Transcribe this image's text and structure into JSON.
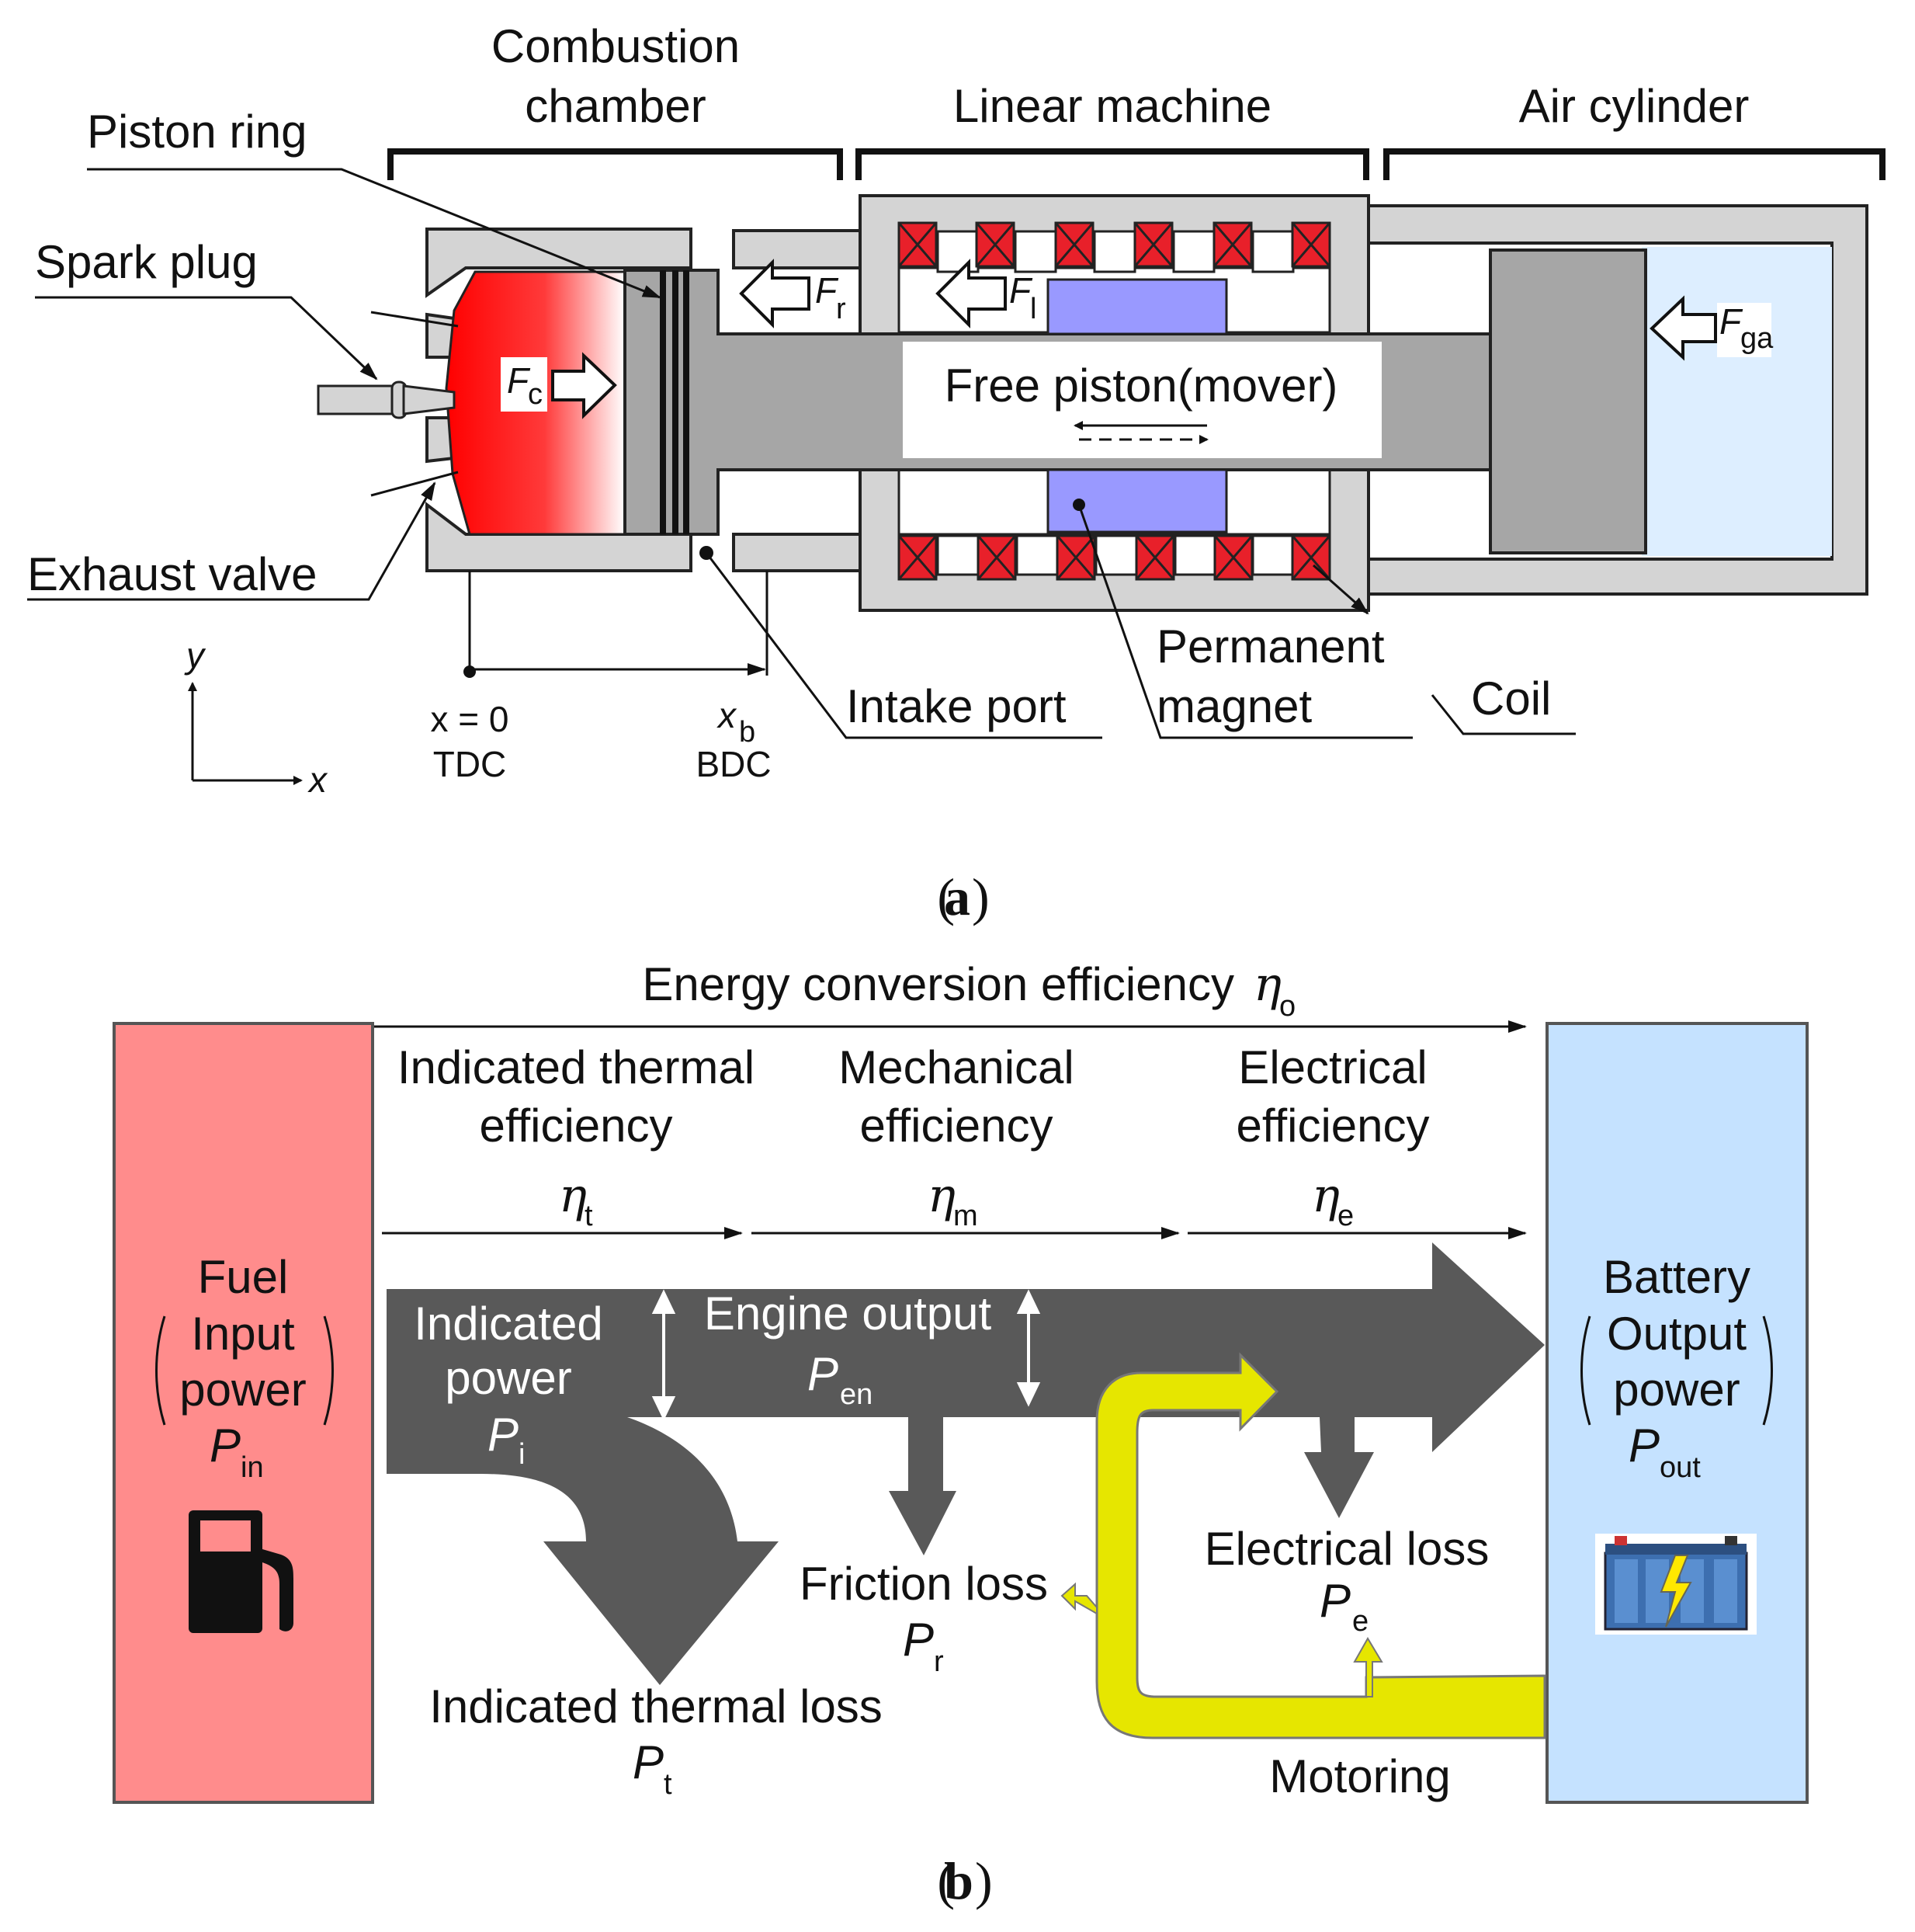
{
  "panel_a": {
    "caption_label": "a",
    "section_brackets": {
      "combustion_chamber": [
        "Combustion",
        "chamber"
      ],
      "linear_machine": "Linear machine",
      "air_cylinder": "Air cylinder"
    },
    "callouts": {
      "piston_ring": "Piston ring",
      "spark_plug": "Spark plug",
      "exhaust_valve": "Exhaust valve",
      "intake_port": "Intake port",
      "permanent_magnet": [
        "Permanent",
        "magnet"
      ],
      "coil": "Coil"
    },
    "mover_label": "Free piston(mover)",
    "forces": {
      "combustion": {
        "symbol": "F",
        "sub": "c"
      },
      "friction": {
        "symbol": "F",
        "sub": "r"
      },
      "load": {
        "symbol": "F",
        "sub": "l"
      },
      "gas_spring": {
        "symbol": "F",
        "sub": "ga"
      }
    },
    "positions": {
      "tdc_value": "x = 0",
      "tdc_label": "TDC",
      "bdc_symbol": "x",
      "bdc_sub": "b",
      "bdc_label": "BDC"
    },
    "axes": {
      "x": "x",
      "y": "y"
    },
    "colors": {
      "combustion_gas": "#ff0000",
      "coil_fill": "#e8202a",
      "magnet_fill": "#9999ff",
      "air_fill": "#ddeeff",
      "housing_fill": "#d4d4d4",
      "mover_fill": "#a6a6a6"
    }
  },
  "panel_b": {
    "caption_label": "b",
    "overall": {
      "label": "Energy conversion efficiency",
      "symbol": "η",
      "sub": "o"
    },
    "stages": [
      {
        "lines": [
          "Indicated thermal",
          "efficiency"
        ],
        "symbol": "η",
        "sub": "t"
      },
      {
        "lines": [
          "Mechanical",
          "efficiency"
        ],
        "symbol": "η",
        "sub": "m"
      },
      {
        "lines": [
          "Electrical",
          "efficiency"
        ],
        "symbol": "η",
        "sub": "e"
      }
    ],
    "input_box": {
      "lines": [
        "Fuel",
        "Input",
        "power"
      ],
      "symbol": "P",
      "sub": "in",
      "icon": "fuel-pump-icon"
    },
    "output_box": {
      "lines": [
        "Battery",
        "Output",
        "power"
      ],
      "symbol": "P",
      "sub": "out",
      "icon": "battery-icon"
    },
    "flows": {
      "indicated_power": {
        "lines": [
          "Indicated",
          "power"
        ],
        "symbol": "P",
        "sub": "i"
      },
      "engine_output": {
        "label": "Engine output",
        "symbol": "P",
        "sub": "en"
      },
      "indicated_thermal_loss": {
        "label": "Indicated thermal loss",
        "symbol": "P",
        "sub": "t"
      },
      "friction_loss": {
        "label": "Friction loss",
        "symbol": "P",
        "sub": "r"
      },
      "electrical_loss": {
        "label": "Electrical loss",
        "symbol": "P",
        "sub": "e"
      },
      "motoring": {
        "label": "Motoring"
      }
    },
    "colors": {
      "input_box": "#ff8c8c",
      "output_box": "#c5e2ff",
      "flow_arrows": "#595959",
      "motoring_arrow": "#e6e600"
    }
  }
}
